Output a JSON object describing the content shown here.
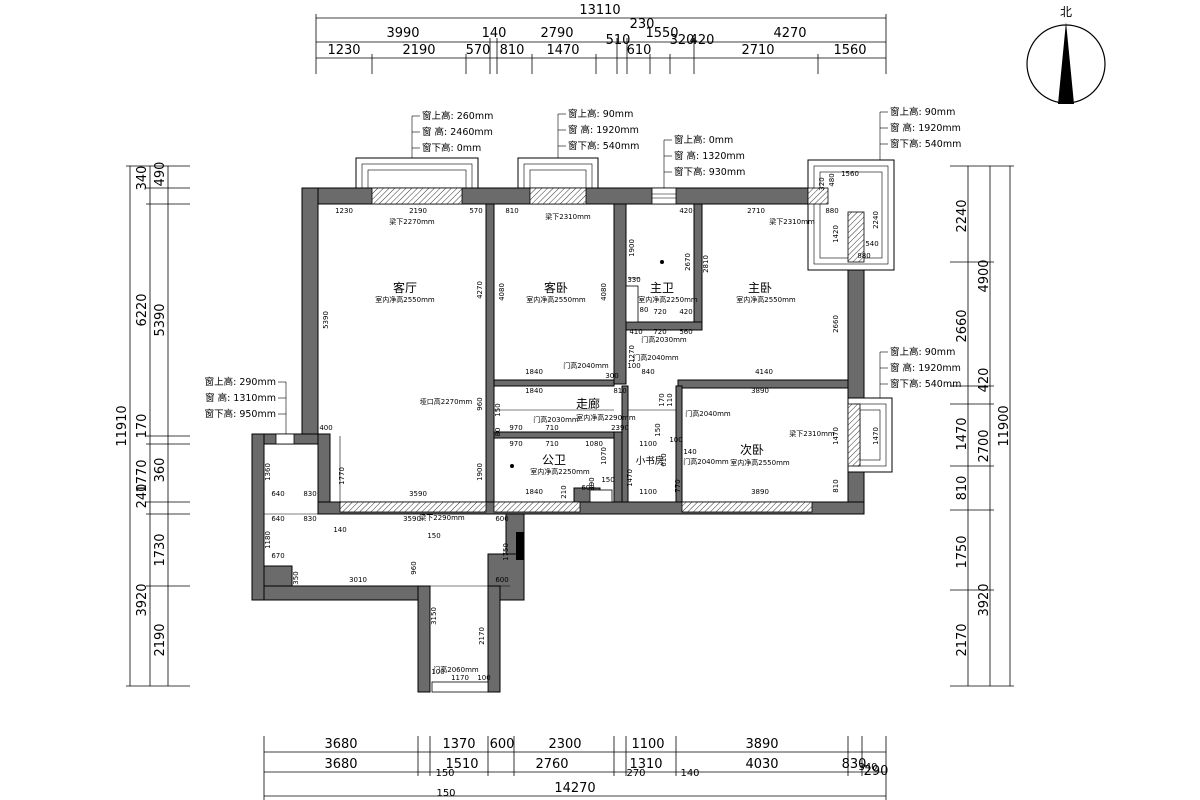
{
  "compass": {
    "label": "北"
  },
  "rooms": {
    "living": {
      "name": "客厅",
      "height": "室内净高2550mm",
      "beam": "梁下2270mm"
    },
    "guest_bedroom": {
      "name": "客卧",
      "height": "室内净高2550mm",
      "beam": "梁下2310mm"
    },
    "master_bath": {
      "name": "主卫",
      "height": "室内净高2250mm"
    },
    "master_bedroom": {
      "name": "主卧",
      "height": "室内净高2550mm",
      "beam": "梁下2310mm"
    },
    "corridor": {
      "name": "走廊",
      "height": "室内净高2290mm"
    },
    "public_bath": {
      "name": "公卫",
      "height": "室内净高2250mm"
    },
    "second_bedroom": {
      "name": "次卧",
      "height": "室内净高2550mm",
      "beam": "梁下2310mm"
    },
    "study": {
      "name": "小书房"
    }
  },
  "windows": {
    "w1": {
      "top": "窗上高: 260mm",
      "mid": "窗 高: 2460mm",
      "bottom": "窗下高: 0mm"
    },
    "w2": {
      "top": "窗上高: 90mm",
      "mid": "窗 高: 1920mm",
      "bottom": "窗下高: 540mm"
    },
    "w3": {
      "top": "窗上高: 0mm",
      "mid": "窗 高: 1320mm",
      "bottom": "窗下高: 930mm"
    },
    "w4": {
      "top": "窗上高: 90mm",
      "mid": "窗 高: 1920mm",
      "bottom": "窗下高: 540mm"
    },
    "w5": {
      "top": "窗上高: 90mm",
      "mid": "窗 高: 1920mm",
      "bottom": "窗下高: 540mm"
    },
    "w6": {
      "top": "窗上高: 290mm",
      "mid": "窗 高: 1310mm",
      "bottom": "窗下高: 950mm"
    }
  },
  "doors": {
    "d1": "门高2040mm",
    "d2": "门高2040mm",
    "d3": "门高2030mm",
    "d4": "门高2030mm",
    "d5": "门高2040mm",
    "d6": "门高2040mm",
    "d7": "门高2060mm",
    "opening": "垭口高2270mm",
    "beam_bottom": "梁下2290mm"
  },
  "dims": {
    "top_total": "13110",
    "top_row1": [
      "3990",
      "140",
      "2790",
      "230",
      "1550",
      "4270"
    ],
    "top_row2": [
      "1230",
      "2190",
      "570",
      "810",
      "1470",
      "510",
      "610",
      "320",
      "420",
      "2710",
      "1560"
    ],
    "bottom_total": "14270",
    "bottom_row1": [
      "3680",
      "1370",
      "600",
      "2300",
      "1100",
      "3890"
    ],
    "bottom_row2": [
      "3680",
      "1510",
      "2760",
      "1310",
      "4030",
      "830",
      "290"
    ],
    "bottom_row3": [
      "150",
      "150",
      "270",
      "140",
      "340"
    ],
    "left_total": "11910",
    "left_row1": [
      "340",
      "6220",
      "170",
      "1770",
      "240",
      "3920"
    ],
    "left_row2": [
      "490",
      "5390",
      "360",
      "1730",
      "2190"
    ],
    "right_total": "11900",
    "right_row1": [
      "4900",
      "420",
      "2700",
      "3920"
    ],
    "right_row2": [
      "2240",
      "2660",
      "1470",
      "810",
      "1750",
      "2170"
    ]
  },
  "interior_dims": {
    "living": [
      "1230",
      "2190",
      "570",
      "5390",
      "4270",
      "400",
      "1770",
      "3590",
      "1900",
      "960"
    ],
    "guest": [
      "810",
      "4080",
      "4080",
      "1840",
      "1840"
    ],
    "mbath": [
      "1900",
      "2670",
      "330",
      "720",
      "420",
      "410",
      "720",
      "560",
      "1270",
      "100",
      "80"
    ],
    "master": [
      "420",
      "2710",
      "880",
      "1420",
      "2810",
      "2660",
      "4140",
      "840"
    ],
    "balcony_ne": [
      "1560",
      "480",
      "320",
      "2240",
      "540",
      "880"
    ],
    "corridor": [
      "810",
      "150",
      "170",
      "110",
      "970",
      "710",
      "2390",
      "150",
      "80",
      "300"
    ],
    "second": [
      "3890",
      "1470",
      "3890",
      "810"
    ],
    "pbath": [
      "970",
      "1080",
      "710",
      "1070",
      "210",
      "600",
      "1840",
      "150",
      "390"
    ],
    "study": [
      "1100",
      "1100",
      "1470",
      "610",
      "140",
      "770",
      "100"
    ],
    "south": [
      "640",
      "830",
      "1360",
      "640",
      "830",
      "140",
      "3590",
      "600",
      "1180",
      "670",
      "3010",
      "150",
      "1750",
      "600",
      "350",
      "960",
      "3150",
      "2170",
      "100",
      "1170",
      "100"
    ],
    "balcony_e": [
      "1470"
    ]
  }
}
